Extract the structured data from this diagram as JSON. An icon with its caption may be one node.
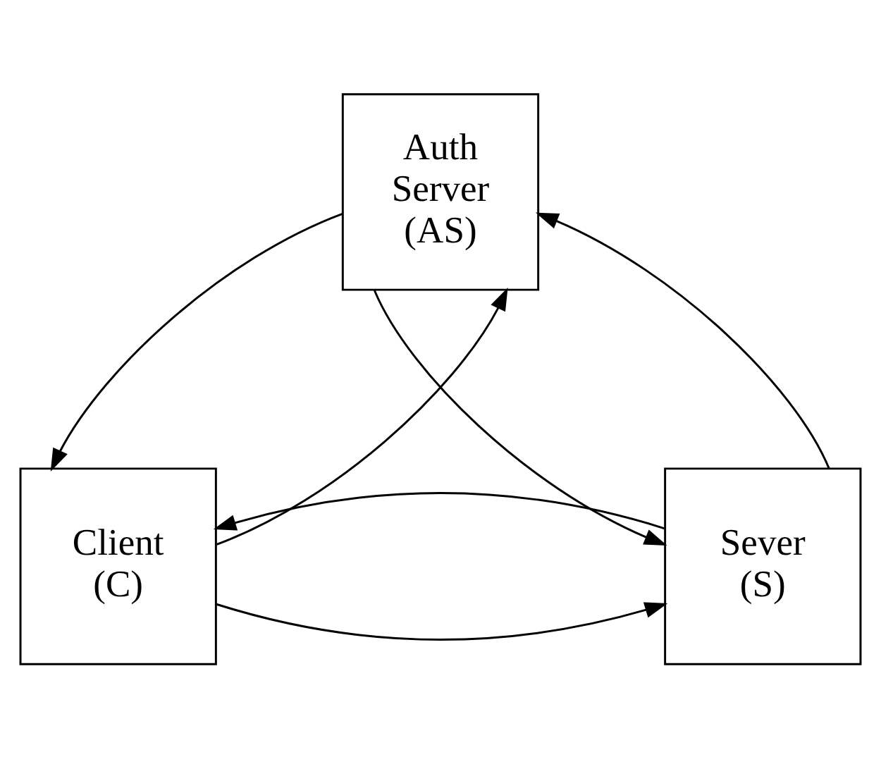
{
  "diagram": {
    "nodes": [
      {
        "text": [
          "Auth Server (AS)"
        ]
      },
      {
        "text": [
          "Client (C)"
        ]
      },
      {
        "text": [
          "Sever (S)"
        ]
      }
    ],
    "edges": [
      {
        "from": 1,
        "to": 0,
        "arrow": "to"
      },
      {
        "from": 0,
        "to": 1,
        "arrow": "to"
      },
      {
        "from": 2,
        "to": 0,
        "arrow": "to"
      },
      {
        "from": 0,
        "to": 2,
        "arrow": "to"
      },
      {
        "from": 1,
        "to": 2,
        "arrow": "to"
      },
      {
        "from": 2,
        "to": 1,
        "arrow": "to"
      }
    ]
  }
}
